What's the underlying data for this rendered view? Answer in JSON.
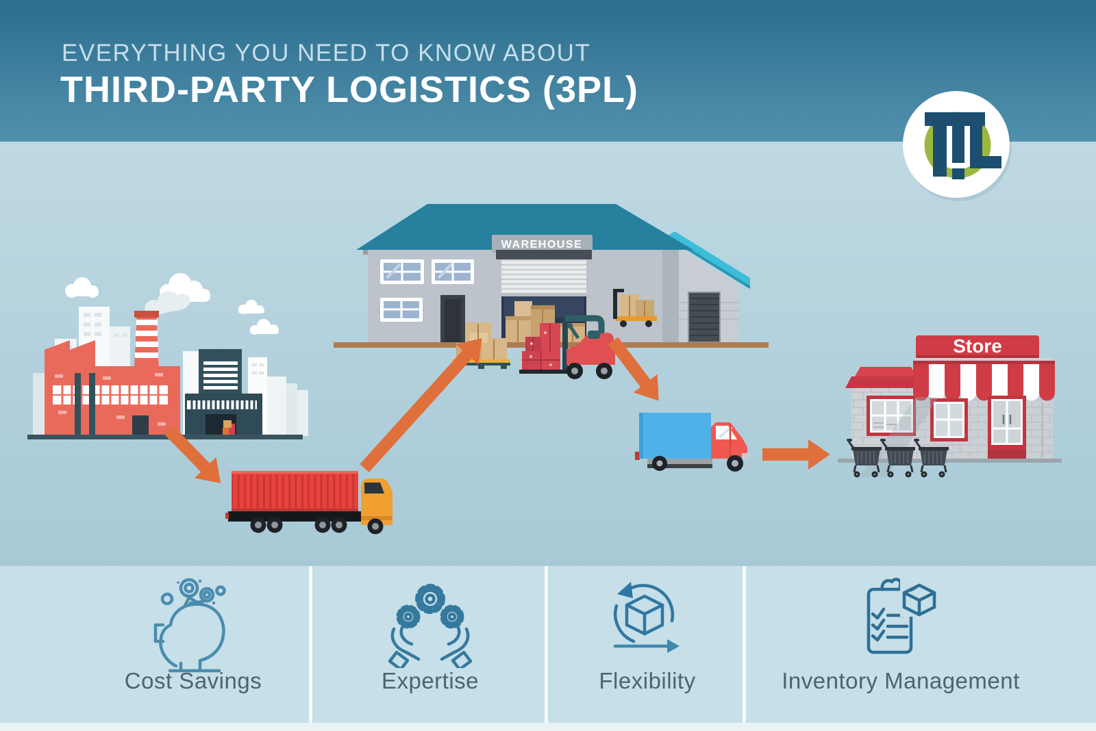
{
  "header": {
    "kicker": "EVERYTHING YOU NEED TO KNOW ABOUT",
    "title": "THIRD-PARTY LOGISTICS (3PL)"
  },
  "scene": {
    "warehouse_sign": "WAREHOUSE",
    "store_sign": "Store",
    "flow_stages": [
      "factory",
      "container truck",
      "warehouse",
      "forklift",
      "delivery truck",
      "store"
    ]
  },
  "features": [
    {
      "label": "Cost Savings",
      "icon": "piggy-bank-coins-icon"
    },
    {
      "label": "Expertise",
      "icon": "hands-holding-gears-icon"
    },
    {
      "label": "Flexibility",
      "icon": "cube-rotation-arrows-icon"
    },
    {
      "label": "Inventory Management",
      "icon": "clipboard-checklist-box-icon"
    }
  ],
  "colors": {
    "header_top": "#2d6e8e",
    "header_bottom": "#5191ad",
    "canvas_top": "#bfd9e3",
    "canvas_bottom": "#a7c9d6",
    "features_bg": "#c6dfe8",
    "footer_strip": "#e9f2f5",
    "arrow": "#df6f3b",
    "accent_red": "#cf3c45",
    "icon_stroke": "#3b81a6",
    "label_text": "#4c6371",
    "logo_green": "#9cb83c",
    "logo_navy": "#1c4e70"
  }
}
